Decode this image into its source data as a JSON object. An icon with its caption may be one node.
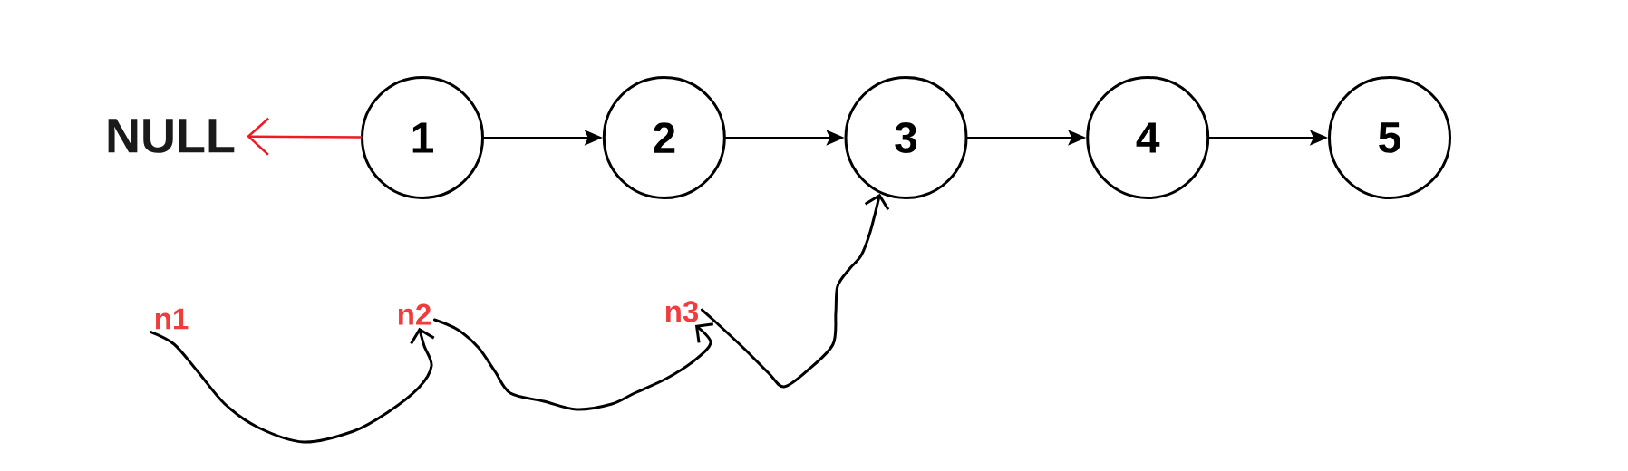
{
  "diagram": {
    "nodes": [
      {
        "text": [
          "NULL"
        ]
      },
      {
        "text": [
          "1"
        ]
      },
      {
        "text": [
          "2"
        ]
      },
      {
        "text": [
          "3"
        ]
      },
      {
        "text": [
          "4"
        ]
      },
      {
        "text": [
          "5"
        ]
      },
      {
        "text": [
          "n1"
        ]
      },
      {
        "text": [
          "n2"
        ]
      },
      {
        "text": [
          "n3"
        ]
      }
    ],
    "edges": [
      {
        "from": 1,
        "to": 0,
        "arrow": "to",
        "color": "#ed1c24"
      },
      {
        "from": 1,
        "to": 2,
        "arrow": "to"
      },
      {
        "from": 2,
        "to": 3,
        "arrow": "to"
      },
      {
        "from": 3,
        "to": 4,
        "arrow": "to"
      },
      {
        "from": 4,
        "to": 5,
        "arrow": "to"
      },
      {
        "from": 6,
        "to": 7,
        "arrow": "to"
      },
      {
        "from": 7,
        "to": 8,
        "arrow": "to"
      },
      {
        "from": 8,
        "to": 3,
        "arrow": "to"
      }
    ]
  }
}
